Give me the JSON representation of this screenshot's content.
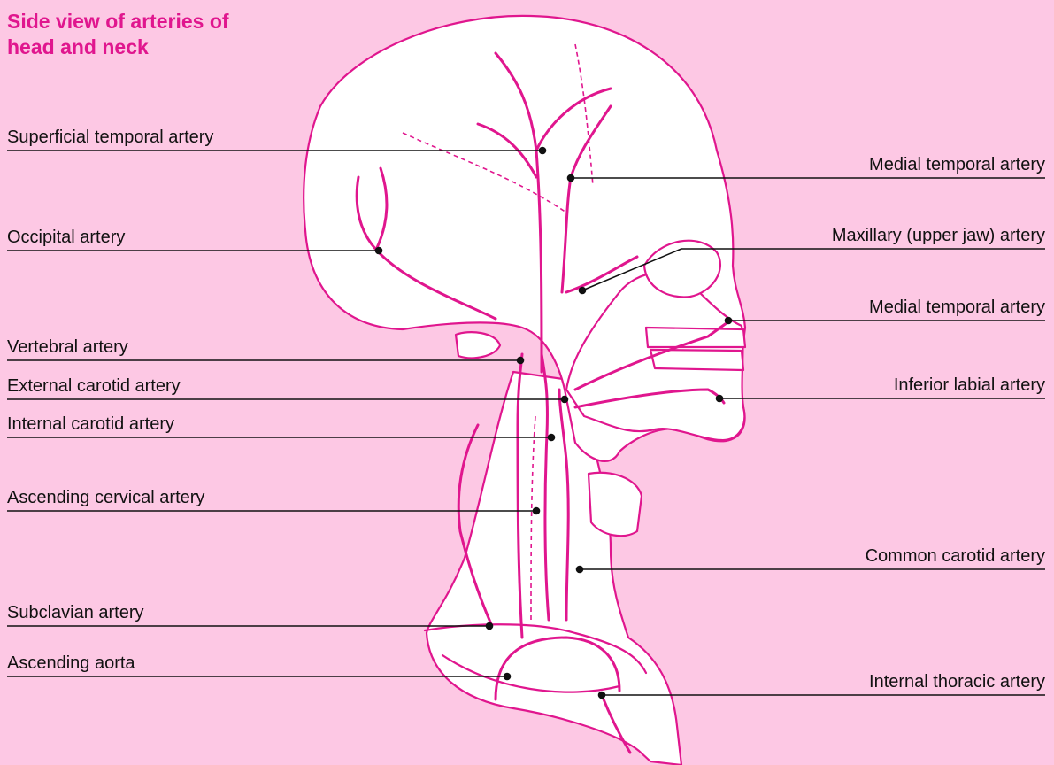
{
  "title": {
    "line1": "Side view of arteries of",
    "line2": "head and neck"
  },
  "colors": {
    "background": "#fdc8e4",
    "artery_stroke": "#e0168e",
    "title": "#e0168e",
    "leader": "#111111",
    "fill": "#ffffff"
  },
  "labels_left": [
    "Superficial temporal artery",
    "Occipital artery",
    "Vertebral artery",
    "External carotid artery",
    "Internal carotid artery",
    "Ascending cervical artery",
    "Subclavian artery",
    "Ascending aorta"
  ],
  "labels_right": [
    "Medial temporal artery",
    "Maxillary (upper jaw) artery",
    "Medial temporal artery",
    "Inferior labial artery",
    "Common carotid artery",
    "Internal thoracic artery"
  ]
}
